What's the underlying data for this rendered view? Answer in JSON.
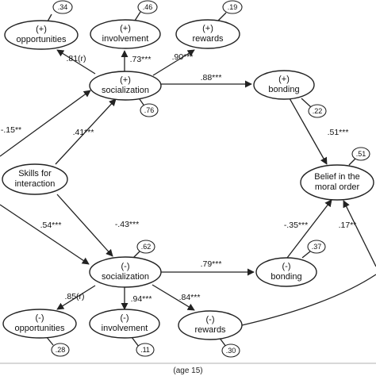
{
  "nodes": {
    "pos_opportunities": [
      "(+)",
      "opportunities"
    ],
    "pos_involvement": [
      "(+)",
      "involvement"
    ],
    "pos_rewards": [
      "(+)",
      "rewards"
    ],
    "pos_socialization": [
      "(+)",
      "socialization"
    ],
    "pos_bonding": [
      "(+)",
      "bonding"
    ],
    "skills": [
      "Skills for",
      "interaction"
    ],
    "belief": [
      "Belief in the",
      "moral order"
    ],
    "neg_socialization": [
      "(-)",
      "socialization"
    ],
    "neg_bonding": [
      "(-)",
      "bonding"
    ],
    "neg_opportunities": [
      "(-)",
      "opportunities"
    ],
    "neg_involvement": [
      "(-)",
      "involvement"
    ],
    "neg_rewards": [
      "(-)",
      "rewards"
    ]
  },
  "errors": {
    "pos_opportunities": ".34",
    "pos_involvement": ".46",
    "pos_rewards": ".19",
    "pos_socialization": ".76",
    "pos_bonding": ".22",
    "belief": ".51",
    "neg_socialization": ".62",
    "neg_bonding": ".37",
    "neg_opportunities": ".28",
    "neg_involvement": ".11",
    "neg_rewards": ".30"
  },
  "paths": {
    "possoc_to_opp": ".81(r)",
    "possoc_to_inv": ".73***",
    "possoc_to_rew": ".90***",
    "possoc_to_bond": ".88***",
    "posbond_to_belief": ".51***",
    "skills_to_possoc": ".41***",
    "left_to_possoc": "-.15**",
    "skills_to_negsoc": "-.43***",
    "left_to_negsoc": ".54***",
    "negsoc_to_bond": ".79***",
    "negbond_to_belief": "-.35***",
    "right_to_belief": ".17**",
    "negsoc_to_opp": ".85(r)",
    "negsoc_to_inv": ".94***",
    "negsoc_to_rew": ".84***"
  },
  "footer": "(age 15)"
}
